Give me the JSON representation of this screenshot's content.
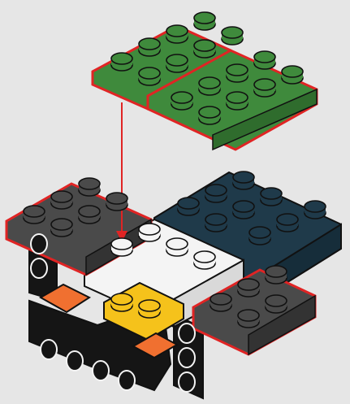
{
  "scene": {
    "kind": "instruction-step-illustration",
    "background": "#e6e6e6",
    "highlight_color": "#e02424",
    "outline_color": "#111111"
  },
  "parts": [
    {
      "name": "green-plate-2x2",
      "color": "#3f8a3c",
      "moving": true
    },
    {
      "name": "green-plate-2x3",
      "color": "#3f8a3c",
      "moving": true
    },
    {
      "name": "dark-gray-plate-left",
      "color": "#4a4a4a",
      "new": true
    },
    {
      "name": "dark-gray-plate-right",
      "color": "#4a4a4a",
      "new": true
    },
    {
      "name": "navy-plate-2x4",
      "color": "#1f3a4a"
    },
    {
      "name": "white-bricks",
      "color": "#f4f4f4"
    },
    {
      "name": "yellow-plate",
      "color": "#f5c21b"
    },
    {
      "name": "orange-tile-left",
      "color": "#f07030"
    },
    {
      "name": "orange-tile-right",
      "color": "#f07030"
    },
    {
      "name": "black-bracket-left",
      "color": "#151515"
    },
    {
      "name": "black-bracket-right",
      "color": "#151515"
    }
  ],
  "arrow": {
    "direction": "down",
    "from": "green-plates",
    "to": "white-bricks"
  }
}
